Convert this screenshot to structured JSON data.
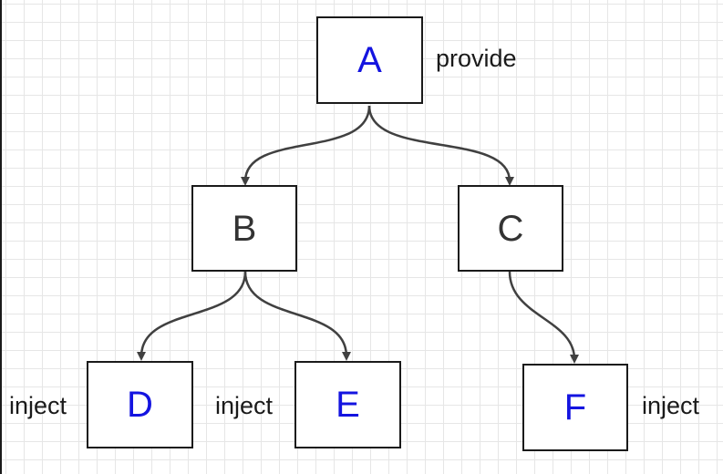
{
  "colors": {
    "highlight_text": "#1414e0",
    "normal_text": "#333333",
    "edge": "#404040"
  },
  "nodes": {
    "a": {
      "label": "A"
    },
    "b": {
      "label": "B"
    },
    "c": {
      "label": "C"
    },
    "d": {
      "label": "D"
    },
    "e": {
      "label": "E"
    },
    "f": {
      "label": "F"
    }
  },
  "annotations": {
    "a": "provide",
    "d": "inject",
    "e": "inject",
    "f": "inject"
  },
  "edges": [
    {
      "from": "A",
      "to": "B"
    },
    {
      "from": "A",
      "to": "C"
    },
    {
      "from": "B",
      "to": "D"
    },
    {
      "from": "B",
      "to": "E"
    },
    {
      "from": "C",
      "to": "F"
    }
  ]
}
